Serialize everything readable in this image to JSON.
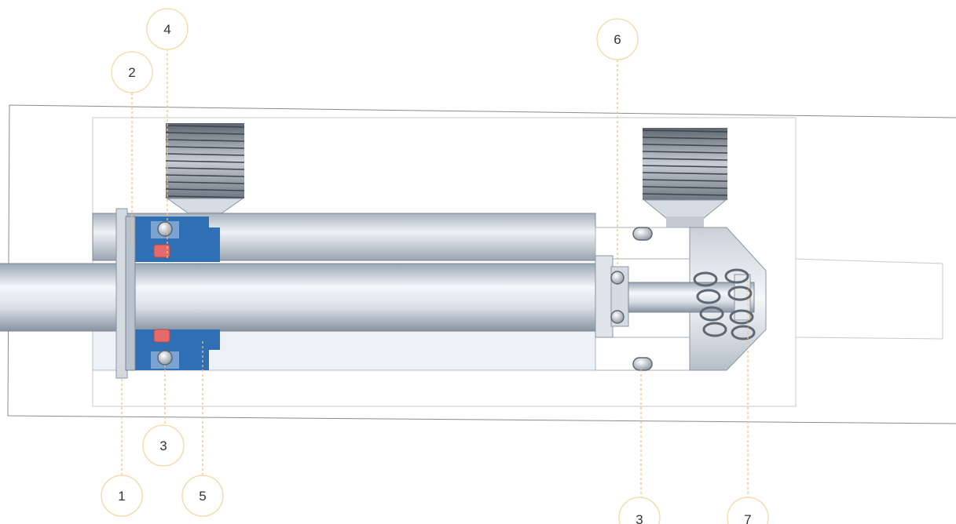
{
  "colors": {
    "leader": "#f3c27a",
    "callout_border": "#f3d9a4",
    "seal_housing": "#2f6fb3",
    "seal_insert": "#e36b6b",
    "steel": "#b8c2cc"
  },
  "callouts": [
    {
      "id": "c1",
      "label": "1"
    },
    {
      "id": "c2",
      "label": "2"
    },
    {
      "id": "c3a",
      "label": "3"
    },
    {
      "id": "c3b",
      "label": "3"
    },
    {
      "id": "c4",
      "label": "4"
    },
    {
      "id": "c5",
      "label": "5"
    },
    {
      "id": "c6",
      "label": "6"
    },
    {
      "id": "c7",
      "label": "7"
    }
  ]
}
